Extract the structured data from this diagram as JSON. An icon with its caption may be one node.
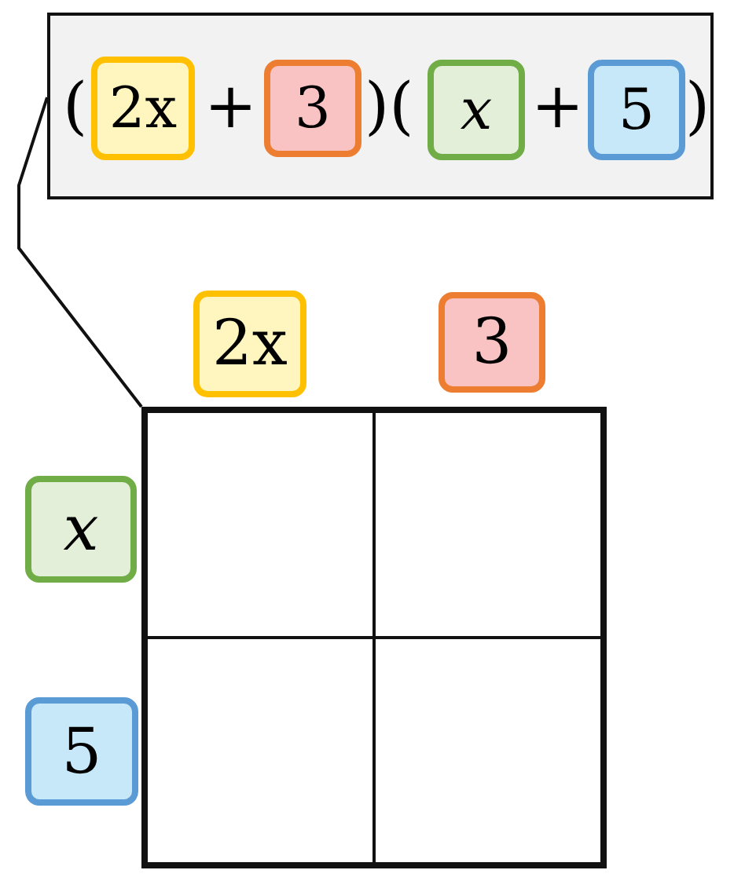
{
  "diagram": {
    "nodes": [
      {
        "text": [
          "(",
          "+",
          ")(",
          "+",
          ")"
        ]
      },
      {
        "text": [
          "2x"
        ],
        "in": 0
      },
      {
        "text": [
          "3"
        ],
        "in": 0
      },
      {
        "text": [
          "x"
        ],
        "in": 0
      },
      {
        "text": [
          "5"
        ],
        "in": 0
      },
      {
        "text": [],
        "shape": "box"
      },
      {
        "text": [],
        "shape": "box",
        "in": 5
      },
      {
        "text": [],
        "shape": "box",
        "in": 5
      },
      {
        "text": [],
        "shape": "box",
        "in": 5
      },
      {
        "text": [],
        "shape": "box",
        "in": 5
      },
      {
        "text": [
          "2x"
        ]
      },
      {
        "text": [
          "3"
        ]
      },
      {
        "text": [
          "x"
        ]
      },
      {
        "text": [
          "5"
        ]
      }
    ],
    "edges": [
      {
        "from": 0,
        "to": 5,
        "arrow": "none"
      }
    ]
  }
}
